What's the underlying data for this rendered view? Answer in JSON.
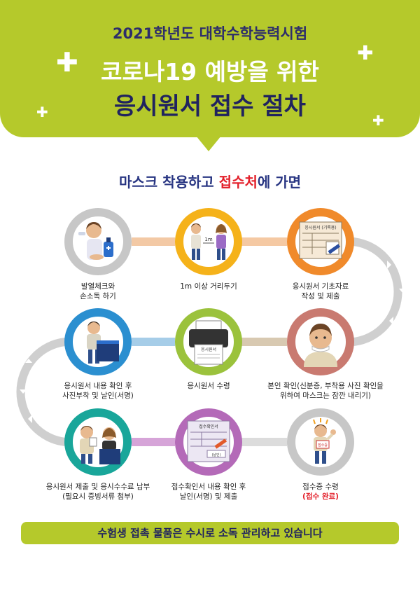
{
  "header": {
    "subtitle": "2021학년도 대학수학능력시험",
    "title_line1": "코로나19 예방을 위한",
    "title_line2": "응시원서 접수 절차"
  },
  "intro": {
    "before": "마스크 착용하고 ",
    "highlight": "접수처",
    "after": "에 가면"
  },
  "steps": [
    {
      "label_line1": "발열체크와",
      "label_line2": "손소독 하기",
      "icon": "thermometer-sanitizer-icon",
      "color": "#c7c7c7"
    },
    {
      "label_line1": "1m 이상 거리두기",
      "label_line2": "",
      "icon": "distance-icon",
      "distance_text": "1m",
      "color": "#f5b21a"
    },
    {
      "label_line1": "응시원서 기초자료",
      "label_line2": "작성 및 제출",
      "icon": "form-writing-icon",
      "form_title": "응시원서 (기록용)",
      "color": "#f08a2b"
    },
    {
      "label_line1": "본인 확인(신분증, 부착용 사진 확인을",
      "label_line2": "위하여 마스크는 잠깐 내리기)",
      "icon": "person-mask-down-icon",
      "color": "#c97a70"
    },
    {
      "label_line1": "응시원서 수령",
      "label_line2": "",
      "icon": "printer-icon",
      "form_title": "응시원서",
      "color": "#9bc23c"
    },
    {
      "label_line1": "응시원서 내용 확인 후",
      "label_line2": "사진부착 및 날인(서명)",
      "icon": "person-at-desk-icon",
      "color": "#2b8fd0"
    },
    {
      "label_line1": "응시원서 제출 및 응시수수료 납부",
      "label_line2": "(필요시 증빙서류 첨부)",
      "icon": "submit-at-counter-icon",
      "color": "#19a69a"
    },
    {
      "label_line1": "접수확인서 내용 확인 후",
      "label_line2": "날인(서명) 및 제출",
      "icon": "receipt-form-icon",
      "form_title": "접수확인서",
      "stamp_text": "(날인)",
      "color": "#b46ab8"
    },
    {
      "label_line1": "접수증 수령",
      "label_line2": "(접수 완료)",
      "icon": "person-with-receipt-icon",
      "sign_text": "접수증",
      "color": "#c7c7c7"
    }
  ],
  "footer": {
    "text": "수험생 접촉 물품은 수시로 소독 관리하고 있습니다"
  }
}
